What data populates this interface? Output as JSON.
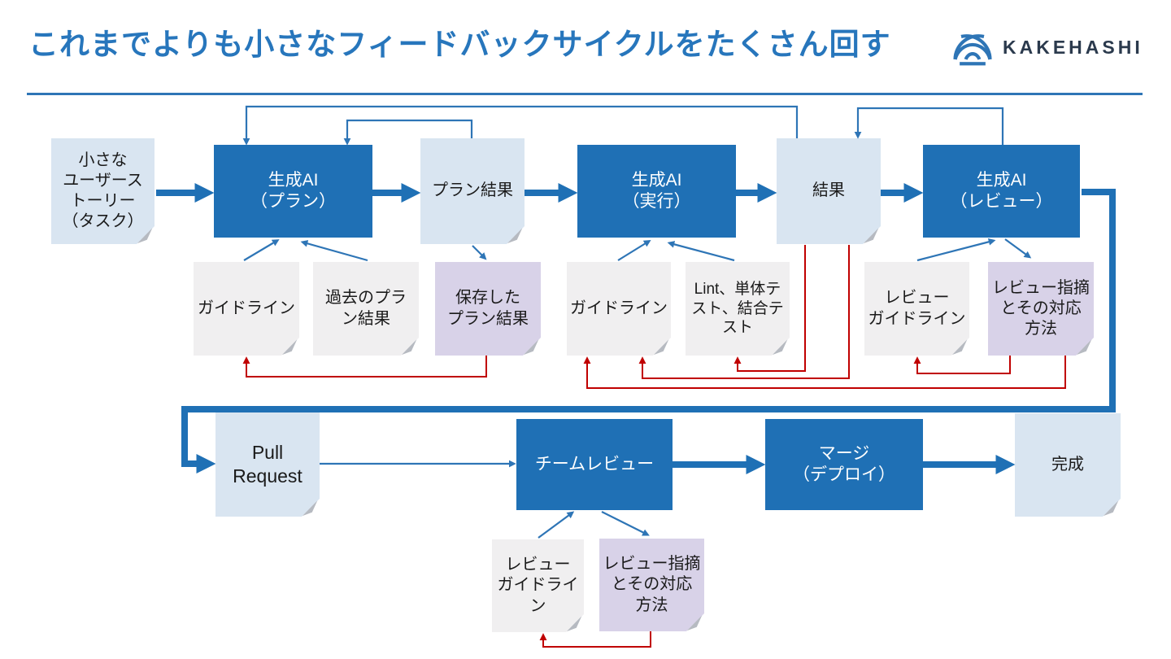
{
  "title": "これまでよりも小さなフィードバックサイクルをたくさん回す",
  "logo": {
    "text": "KAKEHASHI"
  },
  "colors": {
    "box_blue": "#1F70B5",
    "note_blue": "#D9E5F1",
    "note_gray": "#F0EFF0",
    "note_purple": "#D8D2E8",
    "line_blue": "#2E75B6",
    "line_red": "#C00000",
    "title_blue": "#2776BC",
    "logo_navy": "#2B3A4D",
    "fold_gray": "#B6BAC1"
  },
  "nodes": {
    "task": "小さな\nユーザース\nトーリー\n（タスク）",
    "ai_plan": "生成AI\n（プラン）",
    "plan_result": "プラン結果",
    "ai_exec": "生成AI\n（実行）",
    "result": "結果",
    "ai_review": "生成AI\n（レビュー）",
    "guideline_plan": "ガイドライン",
    "past_plan_results": "過去のプラ\nン結果",
    "saved_plan_results": "保存した\nプラン結果",
    "guideline_exec": "ガイドライン",
    "lint_tests": "Lint、単体テ\nスト、結合テ\nスト",
    "review_guideline": "レビュー\nガイドライン",
    "review_findings": "レビュー指摘\nとその対応\n方法",
    "pull_request": "Pull\nRequest",
    "team_review": "チームレビュー",
    "merge_deploy": "マージ\n（デプロイ）",
    "done": "完成",
    "team_review_guideline": "レビュー\nガイドライン",
    "team_review_findings": "レビュー指摘\nとその対応\n方法"
  }
}
